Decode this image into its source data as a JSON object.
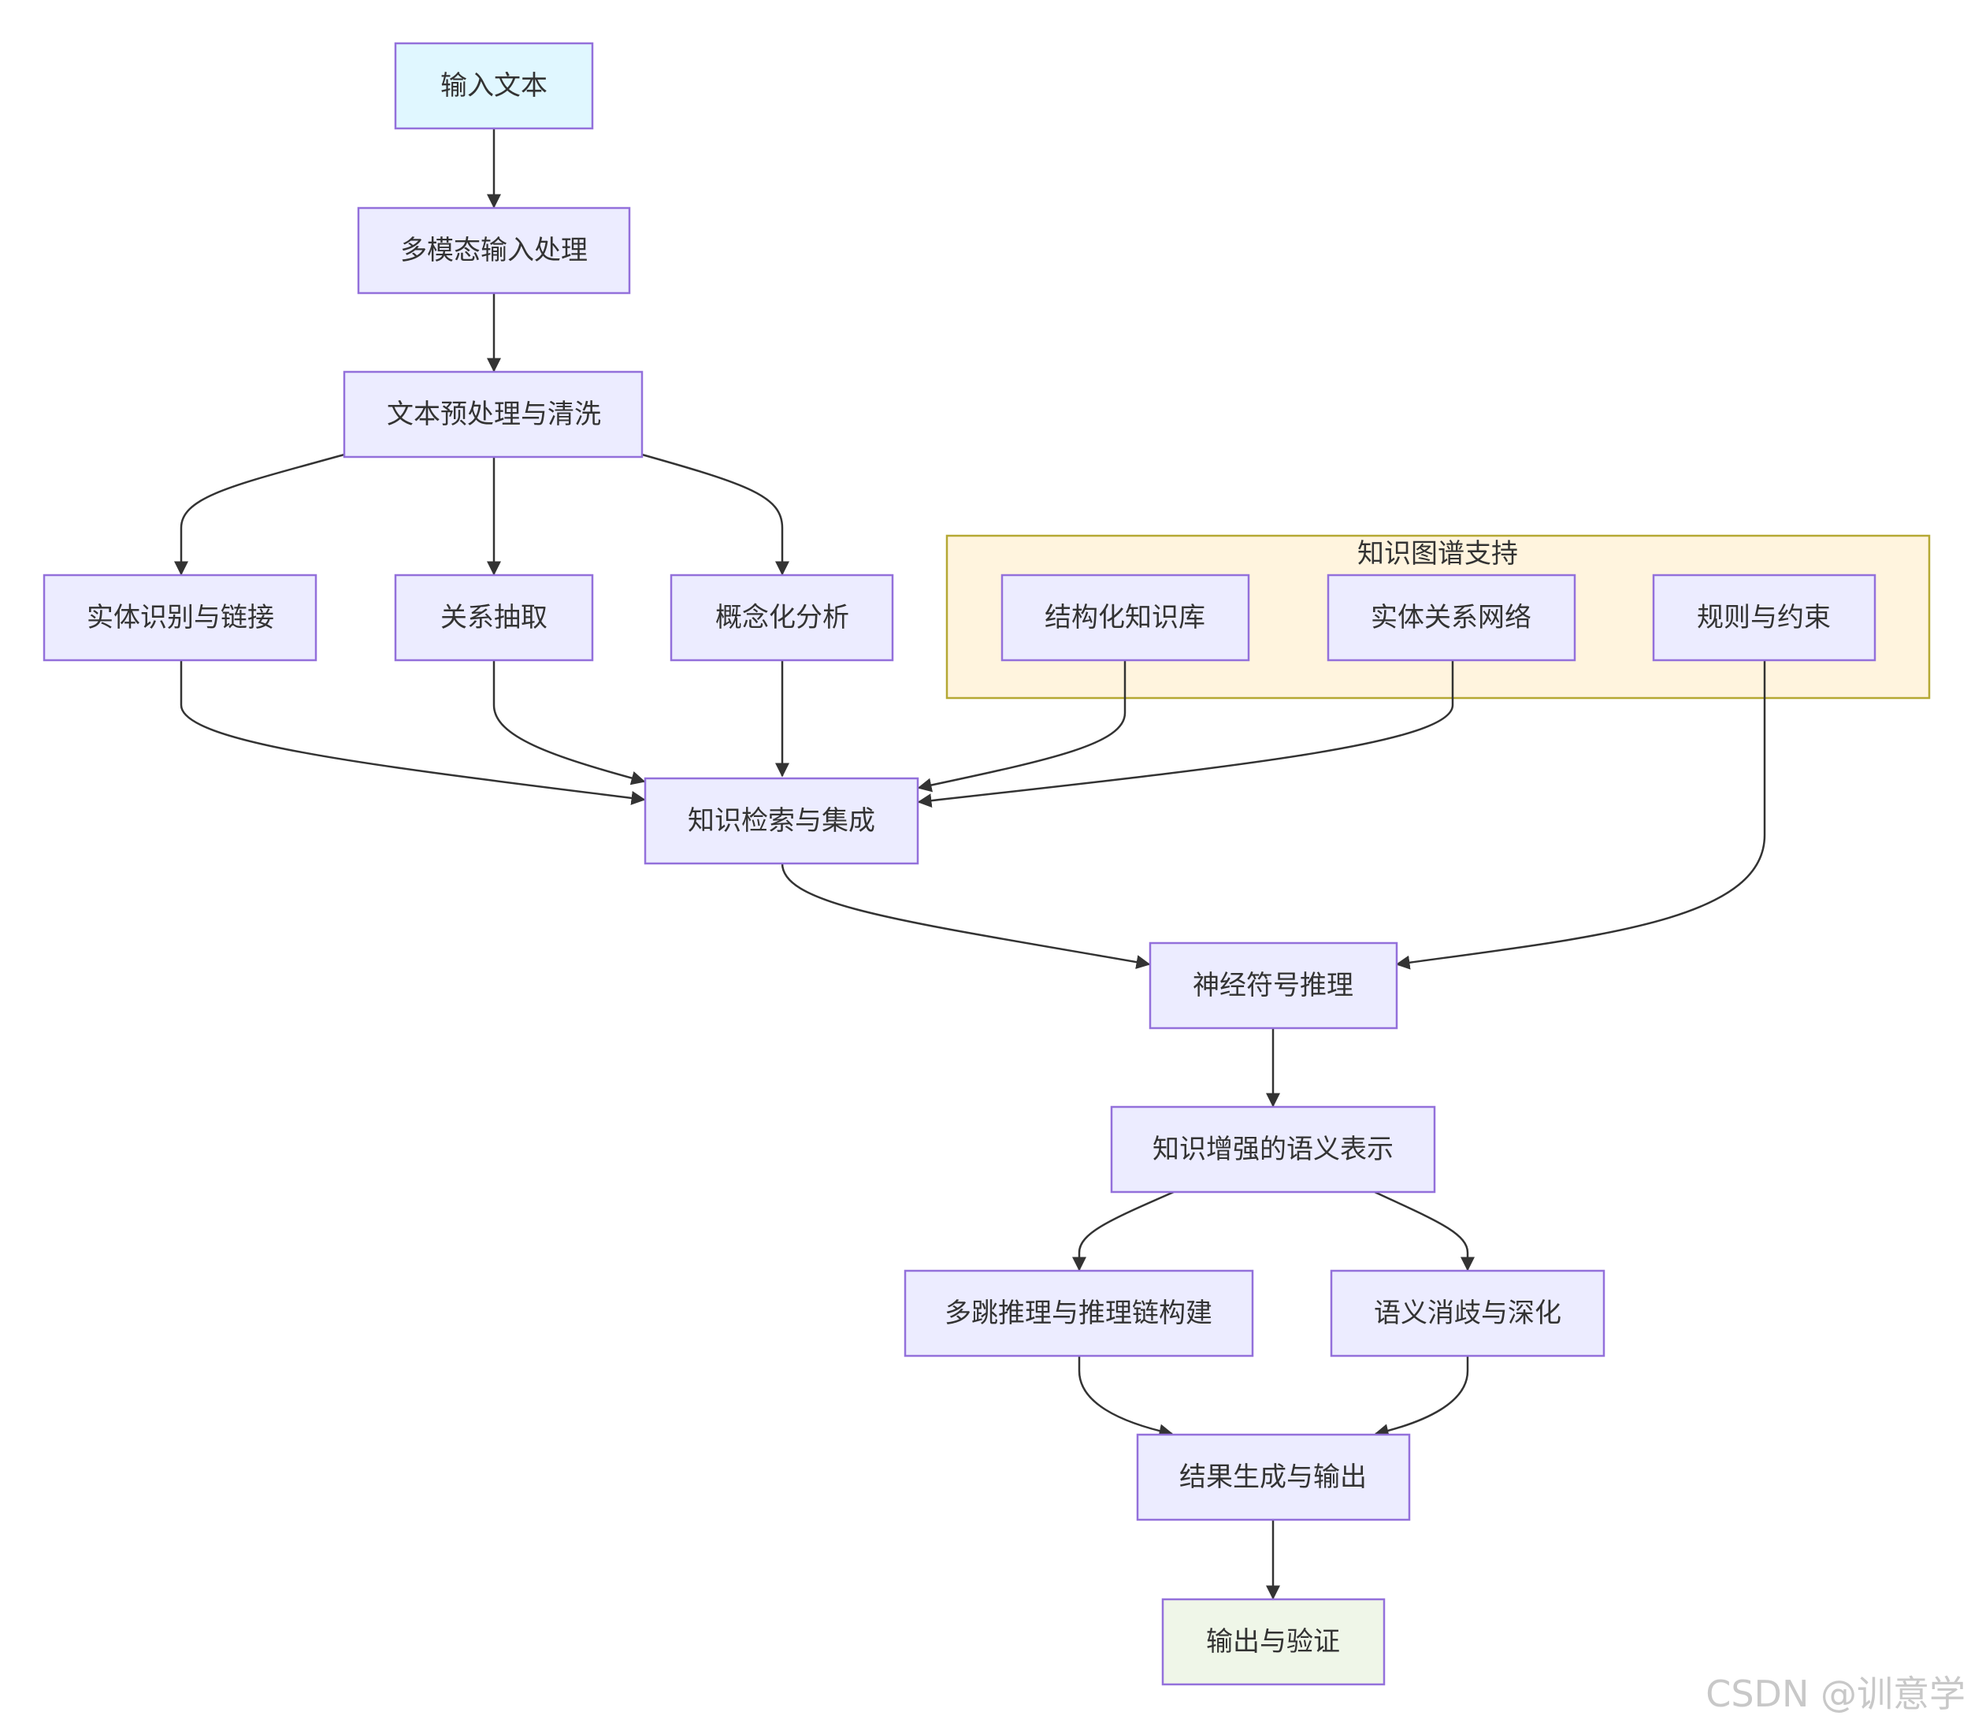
{
  "group": {
    "label": "知识图谱支持"
  },
  "nodes": {
    "input_text": "输入文本",
    "multimodal": "多模态输入处理",
    "preprocess": "文本预处理与清洗",
    "entity": "实体识别与链接",
    "relation": "关系抽取",
    "concept": "概念化分析",
    "structured_kb": "结构化知识库",
    "entity_network": "实体关系网络",
    "rules": "规则与约束",
    "retrieval": "知识检索与集成",
    "neuro_symbolic": "神经符号推理",
    "semantic_repr": "知识增强的语义表示",
    "multihop": "多跳推理与推理链构建",
    "disambiguation": "语义消歧与深化",
    "result": "结果生成与输出",
    "verify": "输出与验证"
  },
  "watermark": "CSDN @训意学"
}
